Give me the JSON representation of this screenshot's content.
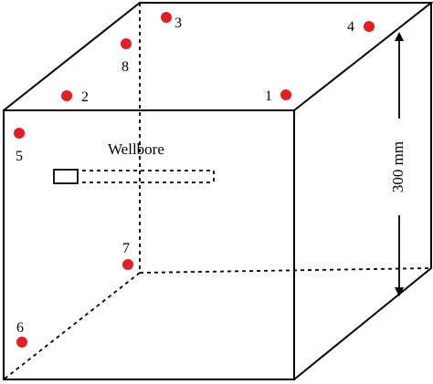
{
  "colors": {
    "point": "#e31e24",
    "line": "#000000",
    "background": "#ffffff"
  },
  "wellbore": {
    "label": "Wellbore"
  },
  "dimension": {
    "label": "300 mm"
  },
  "points": [
    {
      "id": "1",
      "label": "1"
    },
    {
      "id": "2",
      "label": "2"
    },
    {
      "id": "3",
      "label": "3"
    },
    {
      "id": "4",
      "label": "4"
    },
    {
      "id": "5",
      "label": "5"
    },
    {
      "id": "6",
      "label": "6"
    },
    {
      "id": "7",
      "label": "7"
    },
    {
      "id": "8",
      "label": "8"
    }
  ]
}
